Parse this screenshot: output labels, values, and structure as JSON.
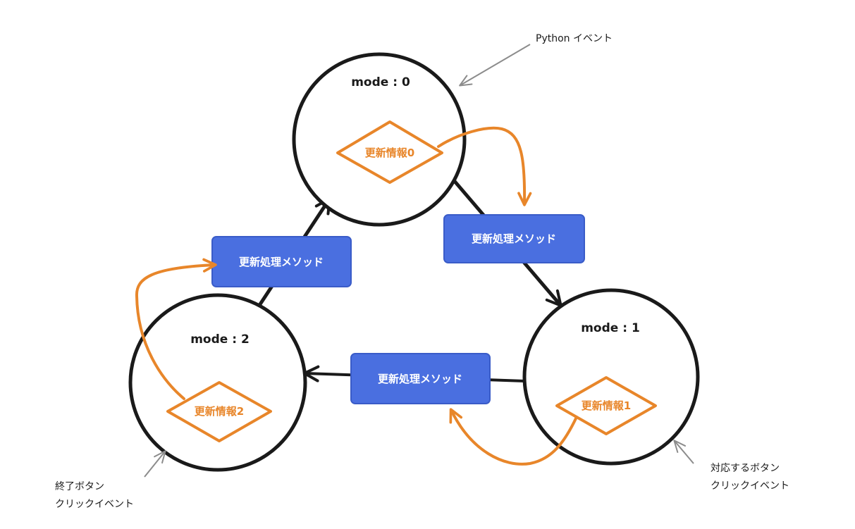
{
  "colors": {
    "ink": "#1a1a1a",
    "orange": "#e8862a",
    "box_fill": "#4a6fe0",
    "box_border": "#3a5cc8",
    "annotation_gray": "#8c8c8c"
  },
  "states": {
    "mode0": {
      "label": "mode : 0",
      "update_info": "更新情報0"
    },
    "mode1": {
      "label": "mode : 1",
      "update_info": "更新情報1"
    },
    "mode2": {
      "label": "mode : 2",
      "update_info": "更新情報2"
    }
  },
  "transitions": {
    "t0_to_1": {
      "method_label": "更新処理メソッド"
    },
    "t1_to_2": {
      "method_label": "更新処理メソッド"
    },
    "t2_to_0": {
      "method_label": "更新処理メソッド"
    }
  },
  "annotations": {
    "python_event": "Python イベント",
    "button_click": {
      "line1": "対応するボタン",
      "line2": "クリックイベント"
    },
    "exit_click": {
      "line1": "終了ボタン",
      "line2": "クリックイベント"
    }
  }
}
